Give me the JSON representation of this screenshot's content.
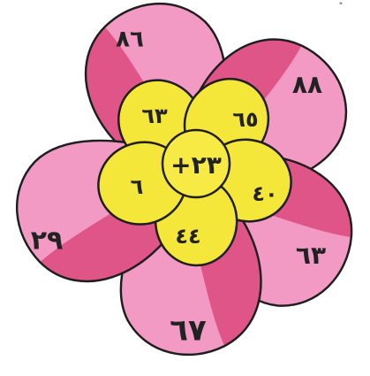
{
  "puzzle": {
    "center_operation": "+٢٣",
    "pairs": [
      {
        "inner": "٦٣",
        "outer": "٨٦"
      },
      {
        "inner": "٦٥",
        "outer": "٨٨"
      },
      {
        "inner": "٤٠",
        "outer": "٦٣"
      },
      {
        "inner": "٤٤",
        "outer": "٦٧"
      },
      {
        "inner": "٦",
        "outer": "٢٩"
      }
    ]
  },
  "corner_mark": "\"",
  "colors": {
    "outer_petal_pink": "#f29ac4",
    "outer_petal_shade": "#e05588",
    "inner_petal_yellow": "#f5e63a",
    "center_yellow": "#f8ea45",
    "outline": "#1e1e1e"
  }
}
